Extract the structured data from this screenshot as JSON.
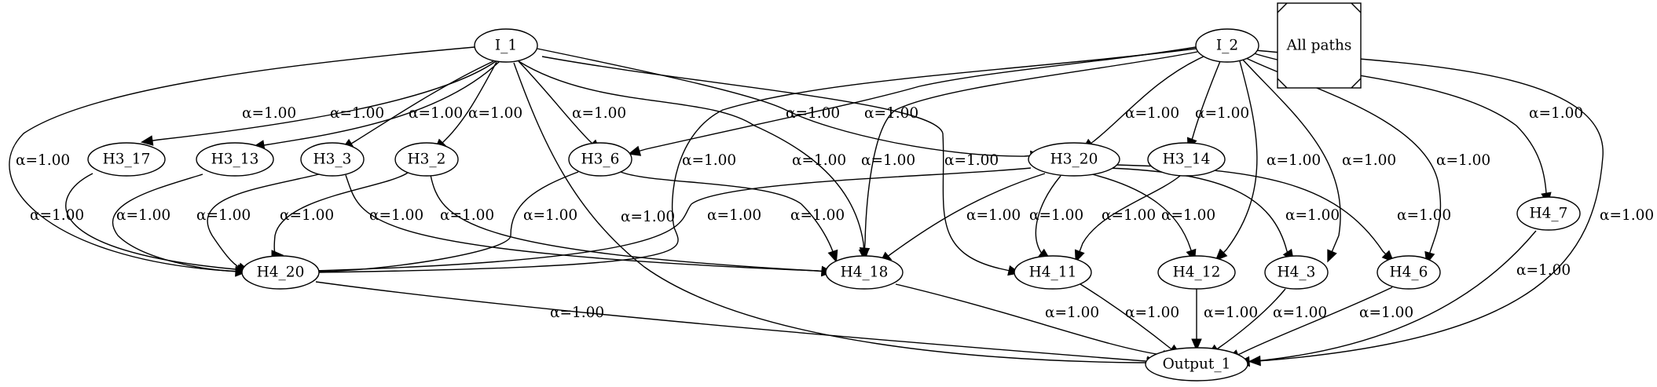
{
  "legend": {
    "label": "All paths"
  },
  "nodes": [
    {
      "id": "I_1",
      "label": "I_1"
    },
    {
      "id": "I_2",
      "label": "I_2"
    },
    {
      "id": "H3_17",
      "label": "H3_17"
    },
    {
      "id": "H3_13",
      "label": "H3_13"
    },
    {
      "id": "H3_3",
      "label": "H3_3"
    },
    {
      "id": "H3_2",
      "label": "H3_2"
    },
    {
      "id": "H3_6",
      "label": "H3_6"
    },
    {
      "id": "H3_20",
      "label": "H3_20"
    },
    {
      "id": "H3_14",
      "label": "H3_14"
    },
    {
      "id": "H4_7",
      "label": "H4_7"
    },
    {
      "id": "H4_20",
      "label": "H4_20"
    },
    {
      "id": "H4_18",
      "label": "H4_18"
    },
    {
      "id": "H4_11",
      "label": "H4_11"
    },
    {
      "id": "H4_12",
      "label": "H4_12"
    },
    {
      "id": "H4_3",
      "label": "H4_3"
    },
    {
      "id": "H4_6",
      "label": "H4_6"
    },
    {
      "id": "Output_1",
      "label": "Output_1"
    }
  ],
  "edges": [
    {
      "from": "I_1",
      "to": "H3_17",
      "label": "α=1.00"
    },
    {
      "from": "I_1",
      "to": "H3_13",
      "label": "α=1.00"
    },
    {
      "from": "I_1",
      "to": "H3_3",
      "label": "α=1.00"
    },
    {
      "from": "I_1",
      "to": "H3_2",
      "label": "α=1.00"
    },
    {
      "from": "I_1",
      "to": "H3_6",
      "label": "α=1.00"
    },
    {
      "from": "I_1",
      "to": "H4_20",
      "label": "α=1.00"
    },
    {
      "from": "I_1",
      "to": "H4_18",
      "label": "α=1.00"
    },
    {
      "from": "I_1",
      "to": "H3_20",
      "label": "α=1.00"
    },
    {
      "from": "I_1",
      "to": "H4_11",
      "label": "α=1.00"
    },
    {
      "from": "I_1",
      "to": "Output_1",
      "label": "α=1.00"
    },
    {
      "from": "I_2",
      "to": "H3_6",
      "label": "α=1.00"
    },
    {
      "from": "I_2",
      "to": "H4_20",
      "label": "α=1.00"
    },
    {
      "from": "I_2",
      "to": "H4_18",
      "label": "α=1.00"
    },
    {
      "from": "I_2",
      "to": "H3_20",
      "label": "α=1.00"
    },
    {
      "from": "I_2",
      "to": "H3_14",
      "label": "α=1.00"
    },
    {
      "from": "I_2",
      "to": "H4_12",
      "label": "α=1.00"
    },
    {
      "from": "I_2",
      "to": "H4_3",
      "label": "α=1.00"
    },
    {
      "from": "I_2",
      "to": "H4_6",
      "label": "α=1.00"
    },
    {
      "from": "I_2",
      "to": "H4_7",
      "label": "α=1.00"
    },
    {
      "from": "I_2",
      "to": "Output_1",
      "label": "α=1.00"
    },
    {
      "from": "H3_17",
      "to": "H4_20",
      "label": "α=1.00"
    },
    {
      "from": "H3_13",
      "to": "H4_20",
      "label": "α=1.00"
    },
    {
      "from": "H3_3",
      "to": "H4_20",
      "label": "α=1.00"
    },
    {
      "from": "H3_3",
      "to": "H4_18",
      "label": "α=1.00"
    },
    {
      "from": "H3_2",
      "to": "H4_20",
      "label": "α=1.00"
    },
    {
      "from": "H3_2",
      "to": "H4_18",
      "label": "α=1.00"
    },
    {
      "from": "H3_6",
      "to": "H4_20",
      "label": "α=1.00"
    },
    {
      "from": "H3_6",
      "to": "H4_18",
      "label": "α=1.00"
    },
    {
      "from": "H3_20",
      "to": "H4_20",
      "label": "α=1.00"
    },
    {
      "from": "H3_20",
      "to": "H4_18",
      "label": "α=1.00"
    },
    {
      "from": "H3_20",
      "to": "H4_11",
      "label": "α=1.00"
    },
    {
      "from": "H3_20",
      "to": "H4_12",
      "label": "α=1.00"
    },
    {
      "from": "H3_20",
      "to": "H4_3",
      "label": "α=1.00"
    },
    {
      "from": "H3_20",
      "to": "H4_6",
      "label": "α=1.00"
    },
    {
      "from": "H3_14",
      "to": "H4_11",
      "label": "α=1.00"
    },
    {
      "from": "H4_7",
      "to": "Output_1",
      "label": "α=1.00"
    },
    {
      "from": "H4_20",
      "to": "Output_1",
      "label": "α=1.00"
    },
    {
      "from": "H4_18",
      "to": "Output_1",
      "label": "α=1.00"
    },
    {
      "from": "H4_11",
      "to": "Output_1",
      "label": "α=1.00"
    },
    {
      "from": "H4_12",
      "to": "Output_1",
      "label": "α=1.00"
    },
    {
      "from": "H4_3",
      "to": "Output_1",
      "label": "α=1.00"
    },
    {
      "from": "H4_6",
      "to": "Output_1",
      "label": "α=1.00"
    }
  ]
}
